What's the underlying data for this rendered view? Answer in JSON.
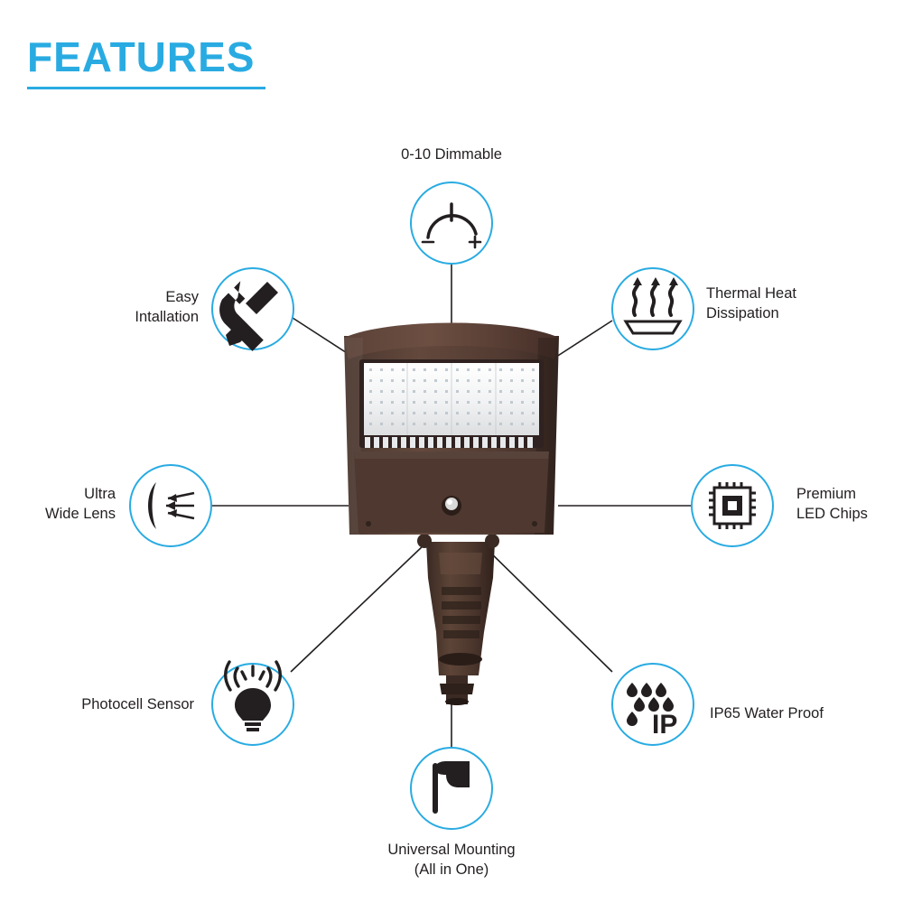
{
  "header": {
    "title": "FEATURES",
    "accent_color": "#29abe2"
  },
  "diagram": {
    "subject": "LED shoebox area light fixture",
    "circle_color": "#29abe2",
    "line_color": "#231f20",
    "features": [
      {
        "id": "dimmable",
        "label": "0-10 Dimmable",
        "icon": "dimmer-knob-icon",
        "icon_text_minus": "–",
        "icon_text_plus": "+"
      },
      {
        "id": "easy-installation",
        "label": "Easy\nIntallation",
        "icon": "wrench-screwdriver-icon"
      },
      {
        "id": "thermal-heat-dissipation",
        "label": "Thermal Heat\nDissipation",
        "icon": "heat-dissipation-arrows-icon"
      },
      {
        "id": "ultra-wide-lens",
        "label": "Ultra\nWide Lens",
        "icon": "wide-lens-icon"
      },
      {
        "id": "premium-led-chips",
        "label": "Premium\nLED Chips",
        "icon": "led-chip-icon"
      },
      {
        "id": "photocell-sensor",
        "label": "Photocell Sensor",
        "icon": "photocell-sensor-icon"
      },
      {
        "id": "ip65-water-proof",
        "label": "IP65 Water Proof",
        "icon": "water-drops-ip-icon",
        "icon_text": "IP"
      },
      {
        "id": "universal-mounting",
        "label": "Universal Mounting\n(All in One)",
        "icon": "universal-mounting-arm-icon"
      }
    ]
  }
}
